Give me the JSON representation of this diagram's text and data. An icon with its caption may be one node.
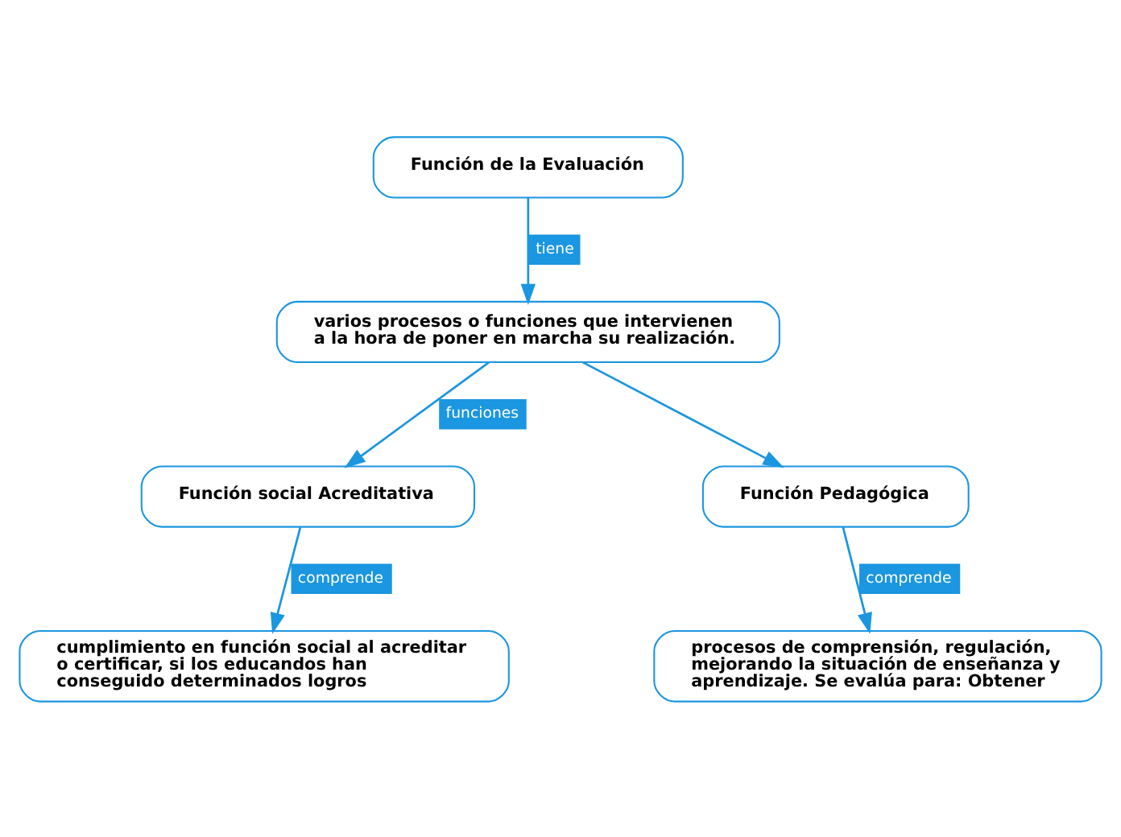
{
  "diagram": {
    "nodes": [
      {
        "text": [
          "Función de la Evaluación"
        ]
      },
      {
        "text": [
          "varios procesos o funciones que intervienen a la hora de poner en marcha su realización."
        ]
      },
      {
        "text": [
          "Función social Acreditativa"
        ]
      },
      {
        "text": [
          "Función Pedagógica"
        ]
      },
      {
        "text": [
          "cumplimiento en función social al acreditar o certificar, si los educandos han conseguido determinados logros"
        ]
      },
      {
        "text": [
          "procesos de comprensión, regulación, mejorando la situación de enseñanza y aprendizaje. Se evalúa para: Obtener"
        ]
      }
    ],
    "edges": [
      {
        "from": 0,
        "to": 1,
        "arrow": "to",
        "label": "tiene"
      },
      {
        "from": 1,
        "to": 2,
        "arrow": "to",
        "label": "funciones"
      },
      {
        "from": 1,
        "to": 3,
        "arrow": "to"
      },
      {
        "from": 2,
        "to": 4,
        "arrow": "to",
        "label": "comprende"
      },
      {
        "from": 3,
        "to": 5,
        "arrow": "to",
        "label": "comprende"
      }
    ]
  }
}
